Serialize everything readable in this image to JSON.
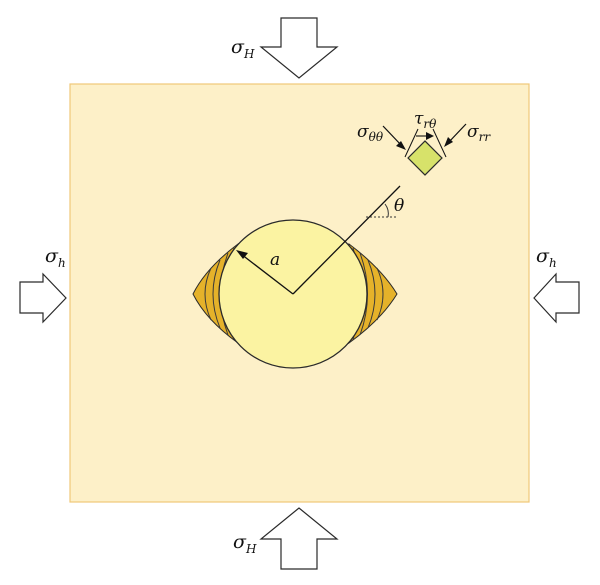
{
  "diagram": {
    "stress_top": {
      "base": "σ",
      "sub": "H"
    },
    "stress_bottom": {
      "base": "σ",
      "sub": "H"
    },
    "stress_left": {
      "base": "σ",
      "sub": "h"
    },
    "stress_right": {
      "base": "σ",
      "sub": "h"
    },
    "radius_label": "a",
    "angle_label": "θ",
    "element_labels": {
      "hoop": {
        "base": "σ",
        "sub": "θθ"
      },
      "shear": {
        "base": "τ",
        "sub": "rθ"
      },
      "radial": {
        "base": "σ",
        "sub": "rr"
      }
    }
  },
  "colors": {
    "plate_fill": "#fdf0c8",
    "plate_border": "#f0c878",
    "hole_fill": "#fbf3a2",
    "breakout_fill": "#e5b22a",
    "element_fill": "#d7e26a",
    "stroke": "#2a2a2a"
  }
}
